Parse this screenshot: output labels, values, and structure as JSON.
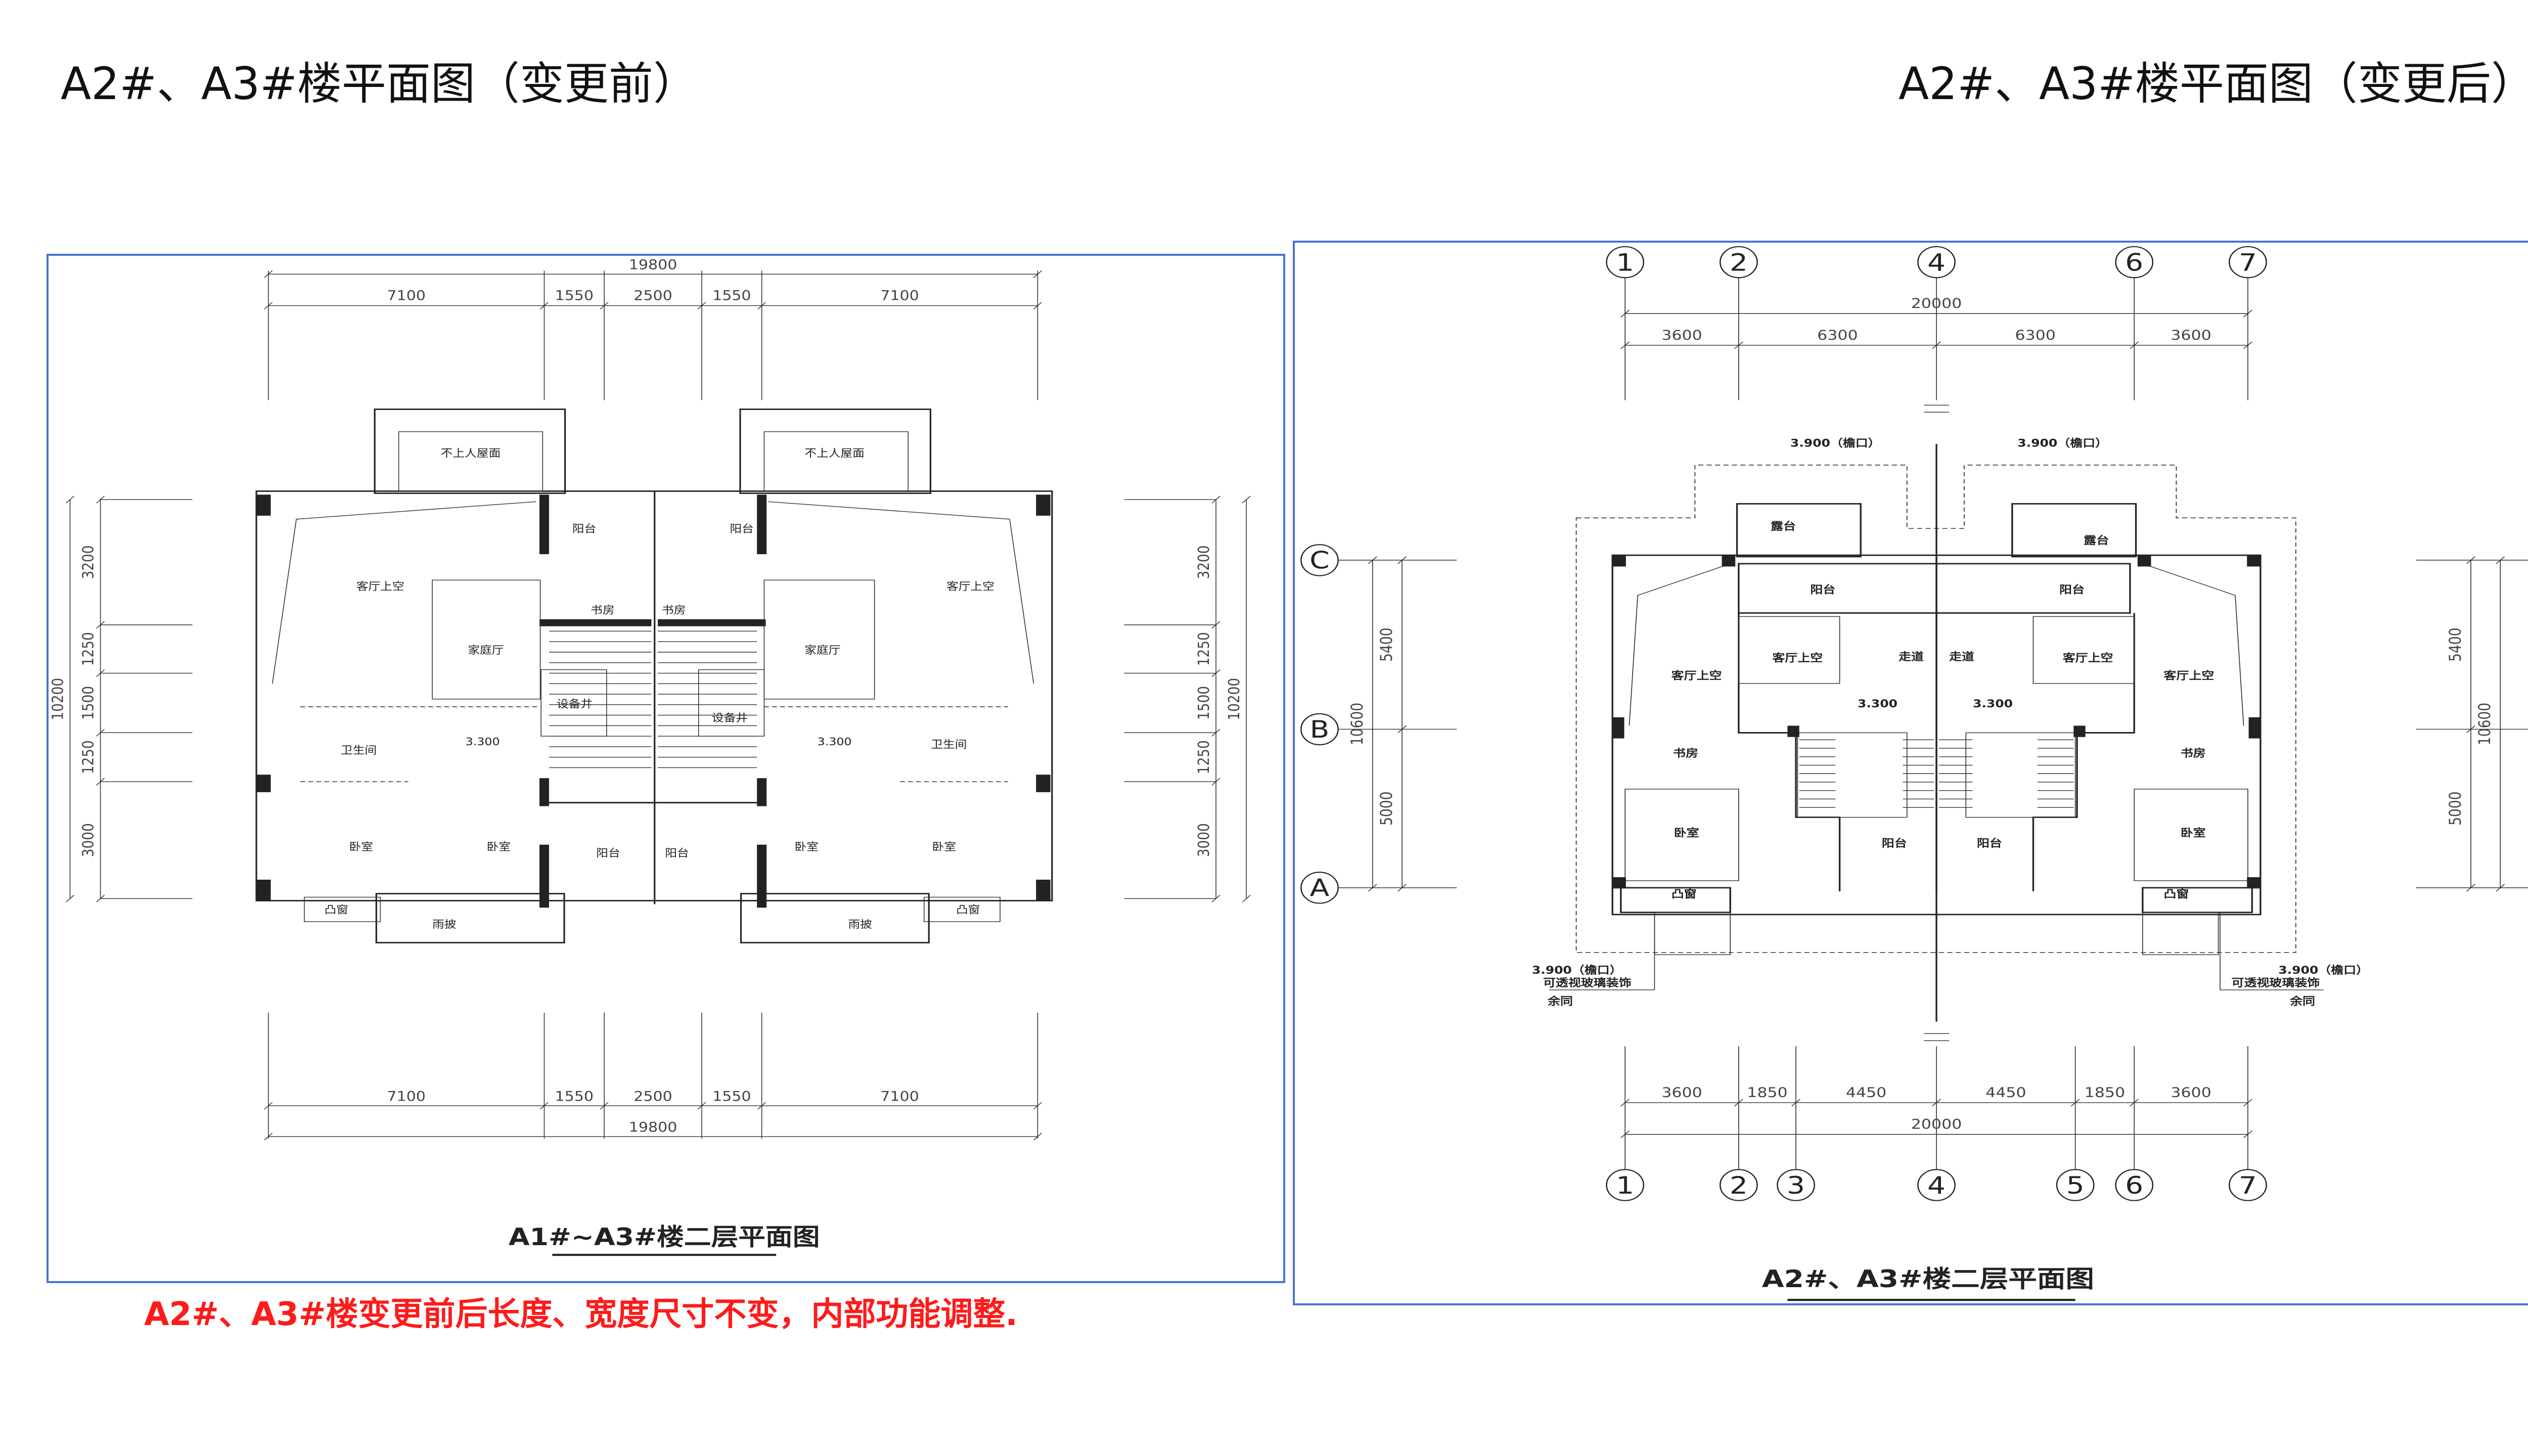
{
  "slide": {
    "title_before": "A2#、A3#楼平面图（变更前）",
    "title_after": "A2#、A3#楼平面图（变更后）",
    "caption": "A2#、A3#楼变更前后长度、宽度尺寸不变，内部功能调整.",
    "border_color": "#4a72d6",
    "caption_color": "#ff1a1a"
  },
  "before": {
    "drawing_title": "A1#~A3#楼二层平面图",
    "top_dims": [
      "7100",
      "1550",
      "2500",
      "1550",
      "7100"
    ],
    "top_total": "19800",
    "bottom_dims": [
      "7100",
      "1550",
      "2500",
      "1550",
      "7100"
    ],
    "bottom_total": "19800",
    "side_dims": [
      "3200",
      "1250",
      "1500",
      "1250",
      "3000"
    ],
    "side_total": "10200",
    "rooms": [
      "不上人屋面",
      "不上人屋面",
      "阳台",
      "阳台",
      "客厅上空",
      "客厅上空",
      "书房",
      "书房",
      "家庭厅",
      "家庭厅",
      "设备井",
      "设备井",
      "卫生间",
      "卫生间",
      "3.300",
      "3.300",
      "卧室",
      "卧室",
      "卧室",
      "卧室",
      "阳台",
      "阳台",
      "凸窗",
      "凸窗",
      "雨披",
      "雨披"
    ]
  },
  "after": {
    "drawing_title": "A2#、A3#楼二层平面图",
    "top_axes": [
      "1",
      "2",
      "4",
      "6",
      "7"
    ],
    "bottom_axes": [
      "1",
      "2",
      "3",
      "4",
      "5",
      "6",
      "7"
    ],
    "row_axes": [
      "C",
      "B",
      "A"
    ],
    "top_dims": [
      "3600",
      "6300",
      "6300",
      "3600"
    ],
    "top_total": "20000",
    "bottom_dims": [
      "3600",
      "1850",
      "4450",
      "4450",
      "1850",
      "3600"
    ],
    "bottom_total": "20000",
    "side_dims": [
      "5400",
      "5000"
    ],
    "side_total": "10600",
    "rooms": [
      "露台",
      "露台",
      "阳台",
      "阳台",
      "客厅上空",
      "客厅上空",
      "客厅上空",
      "客厅上空",
      "走道",
      "走道",
      "3.300",
      "3.300",
      "书房",
      "书房",
      "卧室",
      "卧室",
      "阳台",
      "阳台",
      "凸窗",
      "凸窗",
      "3.900（檐口）",
      "3.900（檐口）",
      "3.900（檐口）",
      "3.900（檐口）",
      "可透视玻璃装饰",
      "可透视玻璃装饰",
      "余同",
      "余同"
    ]
  }
}
